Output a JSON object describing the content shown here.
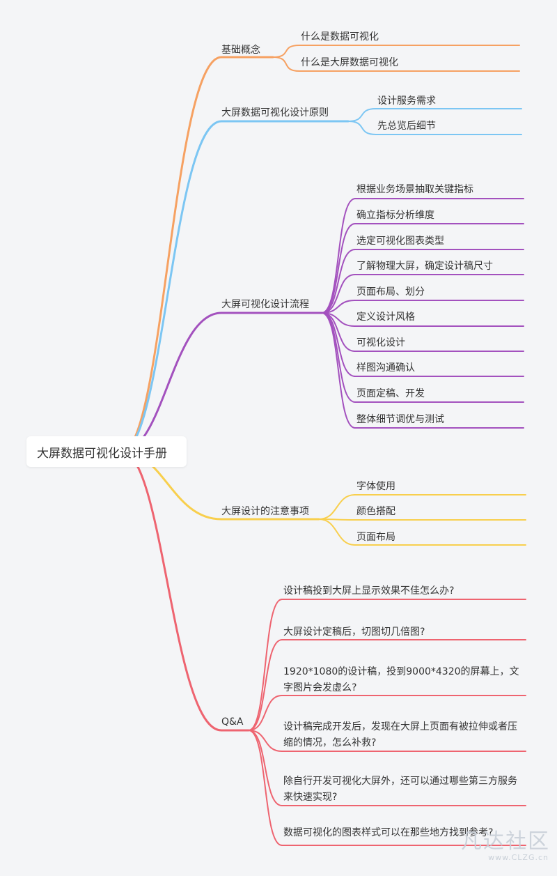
{
  "title": "大屏数据可视化设计手册",
  "branches": [
    {
      "label": "基础概念",
      "color": "#f6a162",
      "items": [
        {
          "text": "什么是数据可视化"
        },
        {
          "text": "什么是大屏数据可视化"
        }
      ]
    },
    {
      "label": "大屏数据可视化设计原则",
      "color": "#7cc6f3",
      "items": [
        {
          "text": "设计服务需求"
        },
        {
          "text": "先总览后细节"
        }
      ]
    },
    {
      "label": "大屏可视化设计流程",
      "color": "#a351be",
      "items": [
        {
          "text": "根据业务场景抽取关键指标"
        },
        {
          "text": "确立指标分析维度"
        },
        {
          "text": "选定可视化图表类型"
        },
        {
          "text": "了解物理大屏，确定设计稿尺寸"
        },
        {
          "text": "页面布局、划分"
        },
        {
          "text": "定义设计风格"
        },
        {
          "text": "可视化设计"
        },
        {
          "text": "样图沟通确认"
        },
        {
          "text": "页面定稿、开发"
        },
        {
          "text": "整体细节调优与测试"
        }
      ]
    },
    {
      "label": "大屏设计的注意事项",
      "color": "#f8cf4d",
      "items": [
        {
          "text": "字体使用"
        },
        {
          "text": "颜色搭配"
        },
        {
          "text": "页面布局"
        }
      ]
    },
    {
      "label": "Q&A",
      "color": "#ee6470",
      "items": [
        {
          "text": "设计稿投到大屏上显示效果不佳怎么办?"
        },
        {
          "text": "大屏设计定稿后，切图切几倍图?"
        },
        {
          "text": "1920*1080的设计稿，投到9000*4320的屏幕上，文字图片会发虚么?"
        },
        {
          "text": "设计稿完成开发后，发现在大屏上页面有被拉伸或者压缩的情况，怎么补救?"
        },
        {
          "text": "除自行开发可视化大屏外，还可以通过哪些第三方服务来快速实现?"
        },
        {
          "text": "数据可视化的图表样式可以在那些地方找到参考?"
        }
      ]
    }
  ],
  "watermark": {
    "title": "凡达社区",
    "url": "www.CLZG.cn"
  }
}
